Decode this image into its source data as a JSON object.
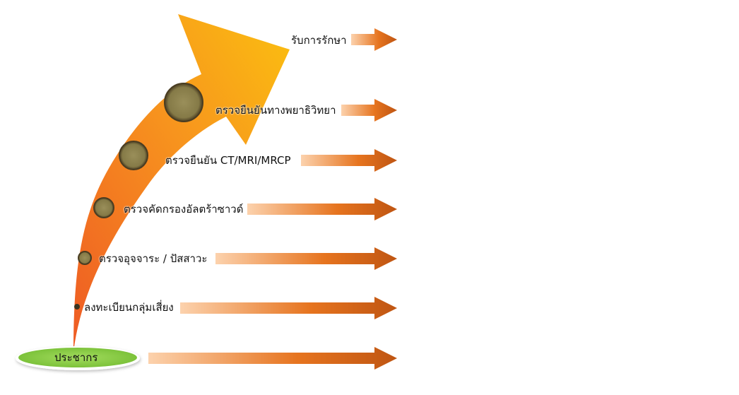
{
  "base_label": "ประชากร",
  "steps": [
    {
      "label": "ลงทะเบียนกลุ่มเสี่ยง"
    },
    {
      "label": "ตรวจอุจจาระ / ปัสสาวะ"
    },
    {
      "label": "ตรวจคัดกรองอัลตร้าซาวด์"
    },
    {
      "label": "ตรวจยืนยัน CT/MRI/MRCP"
    },
    {
      "label": "ตรวจยืนยันทางพยาธิวิทยา"
    },
    {
      "label": "รับการรักษา"
    }
  ],
  "colors": {
    "curve_start": "#ee5a24",
    "curve_end": "#fbbf10",
    "dot": "#8e8350",
    "dot_border": "#4a3d22",
    "arrow_light": "#fbc69a",
    "arrow_dark": "#bf5512",
    "base_ellipse": "#92d050"
  }
}
